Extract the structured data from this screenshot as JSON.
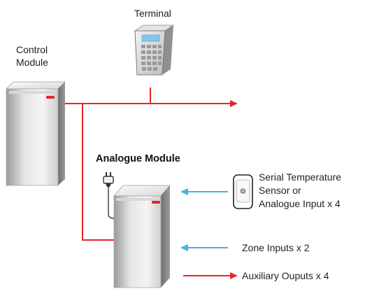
{
  "labels": {
    "terminal": "Terminal",
    "control_module_line1": "Control",
    "control_module_line2": "Module",
    "analogue_module": "Analogue Module",
    "serial_line1": "Serial Temperature",
    "serial_line2": "Sensor or",
    "serial_line3": "Analogue Input x 4",
    "zone_inputs": "Zone Inputs x 2",
    "aux_outputs": "Auxiliary Ouputs x 4"
  },
  "colors": {
    "output_line": "#e8242c",
    "input_arrow": "#3fb4e0",
    "module_led": "#e8242c"
  },
  "icons": {
    "terminal": "keypad-terminal-icon",
    "control_module": "server-tower-icon",
    "analogue_module": "server-tower-icon",
    "power_plug": "power-plug-icon",
    "sensor": "temperature-sensor-icon"
  }
}
